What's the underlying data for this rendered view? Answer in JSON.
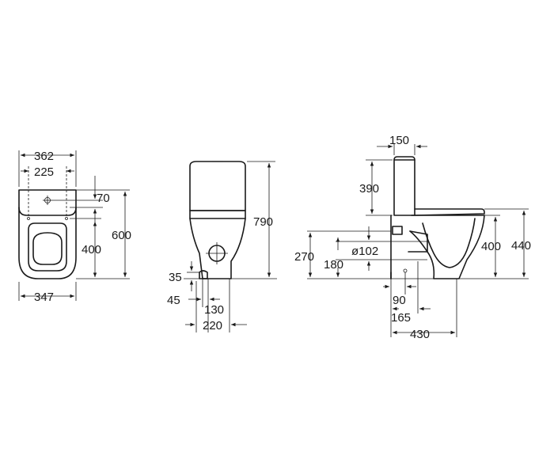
{
  "dimensions": {
    "front": {
      "width_top": "362",
      "width_inner": "225",
      "hole_offset": "70",
      "total_height": "600",
      "seat_height": "400",
      "width_bottom": "347"
    },
    "side": {
      "total_height": "790",
      "outlet_height": "35",
      "outlet_offset": "45",
      "fix_130": "130",
      "fix_220": "220"
    },
    "profile": {
      "cistern_width": "150",
      "cistern_height": "390",
      "outlet_270": "270",
      "diameter": "ø102",
      "outlet_180": "180",
      "height_400": "400",
      "height_440": "440",
      "depth_90": "90",
      "depth_165": "165",
      "depth_430": "430"
    }
  }
}
